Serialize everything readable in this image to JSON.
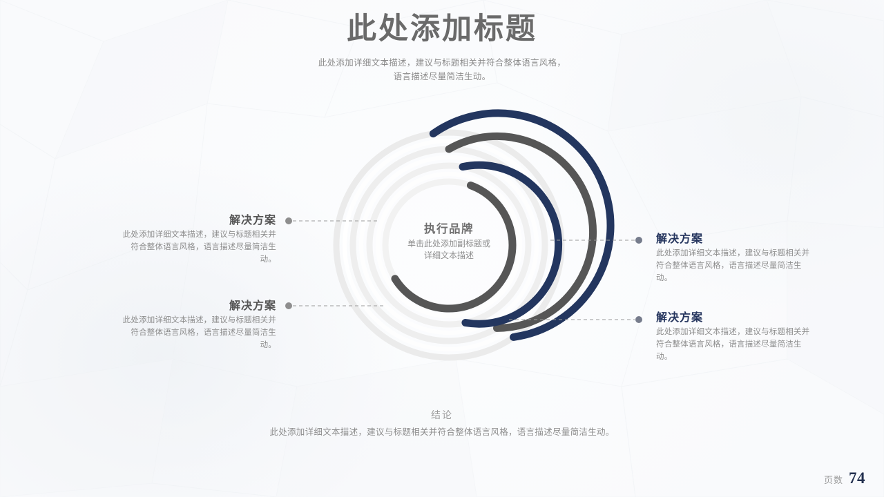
{
  "header": {
    "title": "此处添加标题",
    "subtitle": "此处添加详细文本描述，建议与标题相关并符合整体语言风格，语言描述尽量简洁生动。"
  },
  "center": {
    "title": "执行品牌",
    "line1": "单击此处添加副标题或",
    "line2": "详细文本描述"
  },
  "callouts": [
    {
      "id": "callout-1",
      "side": "left",
      "title": "解决方案",
      "body": "此处添加详细文本描述，建议与标题相关并符合整体语言风格，语言描述尽量简洁生动。"
    },
    {
      "id": "callout-2",
      "side": "left",
      "title": "解决方案",
      "body": "此处添加详细文本描述，建议与标题相关并符合整体语言风格，语言描述尽量简洁生动。"
    },
    {
      "id": "callout-3",
      "side": "right",
      "title": "解决方案",
      "body": "此处添加详细文本描述，建议与标题相关并符合整体语言风格，语言描述尽量简洁生动。"
    },
    {
      "id": "callout-4",
      "side": "right",
      "title": "解决方案",
      "body": "此处添加详细文本描述，建议与标题相关并符合整体语言风格，语言描述尽量简洁生动。"
    }
  ],
  "conclusion": {
    "title": "结论",
    "body": "此处添加详细文本描述，建议与标题相关并符合整体语言风格，语言描述尽量简洁生动。"
  },
  "footer": {
    "page_label": "页数",
    "page_value": "74"
  },
  "colors": {
    "navy": "#23365f",
    "gray_arc": "#565656",
    "track": "#e8e8e8",
    "dot_gray": "#8e8e8e",
    "dot_navy": "#6f7585",
    "title_gray": "#6a6a6a",
    "body_gray": "#8d8d8d",
    "page_navy": "#23304f",
    "background": "#fbfcfd"
  },
  "arcs": [
    {
      "name": "outer-navy-arc",
      "color": "#23365f",
      "radius": 163,
      "start_deg": -80,
      "end_deg": 57
    },
    {
      "name": "second-gray-arc",
      "color": "#565656",
      "radius": 139,
      "start_deg": -78,
      "end_deg": 100
    },
    {
      "name": "third-navy-arc",
      "color": "#23365f",
      "radius": 115,
      "start_deg": -75,
      "end_deg": 160
    },
    {
      "name": "inner-gray-arc",
      "color": "#565656",
      "radius": 92,
      "start_deg": -72,
      "end_deg": 196
    }
  ]
}
